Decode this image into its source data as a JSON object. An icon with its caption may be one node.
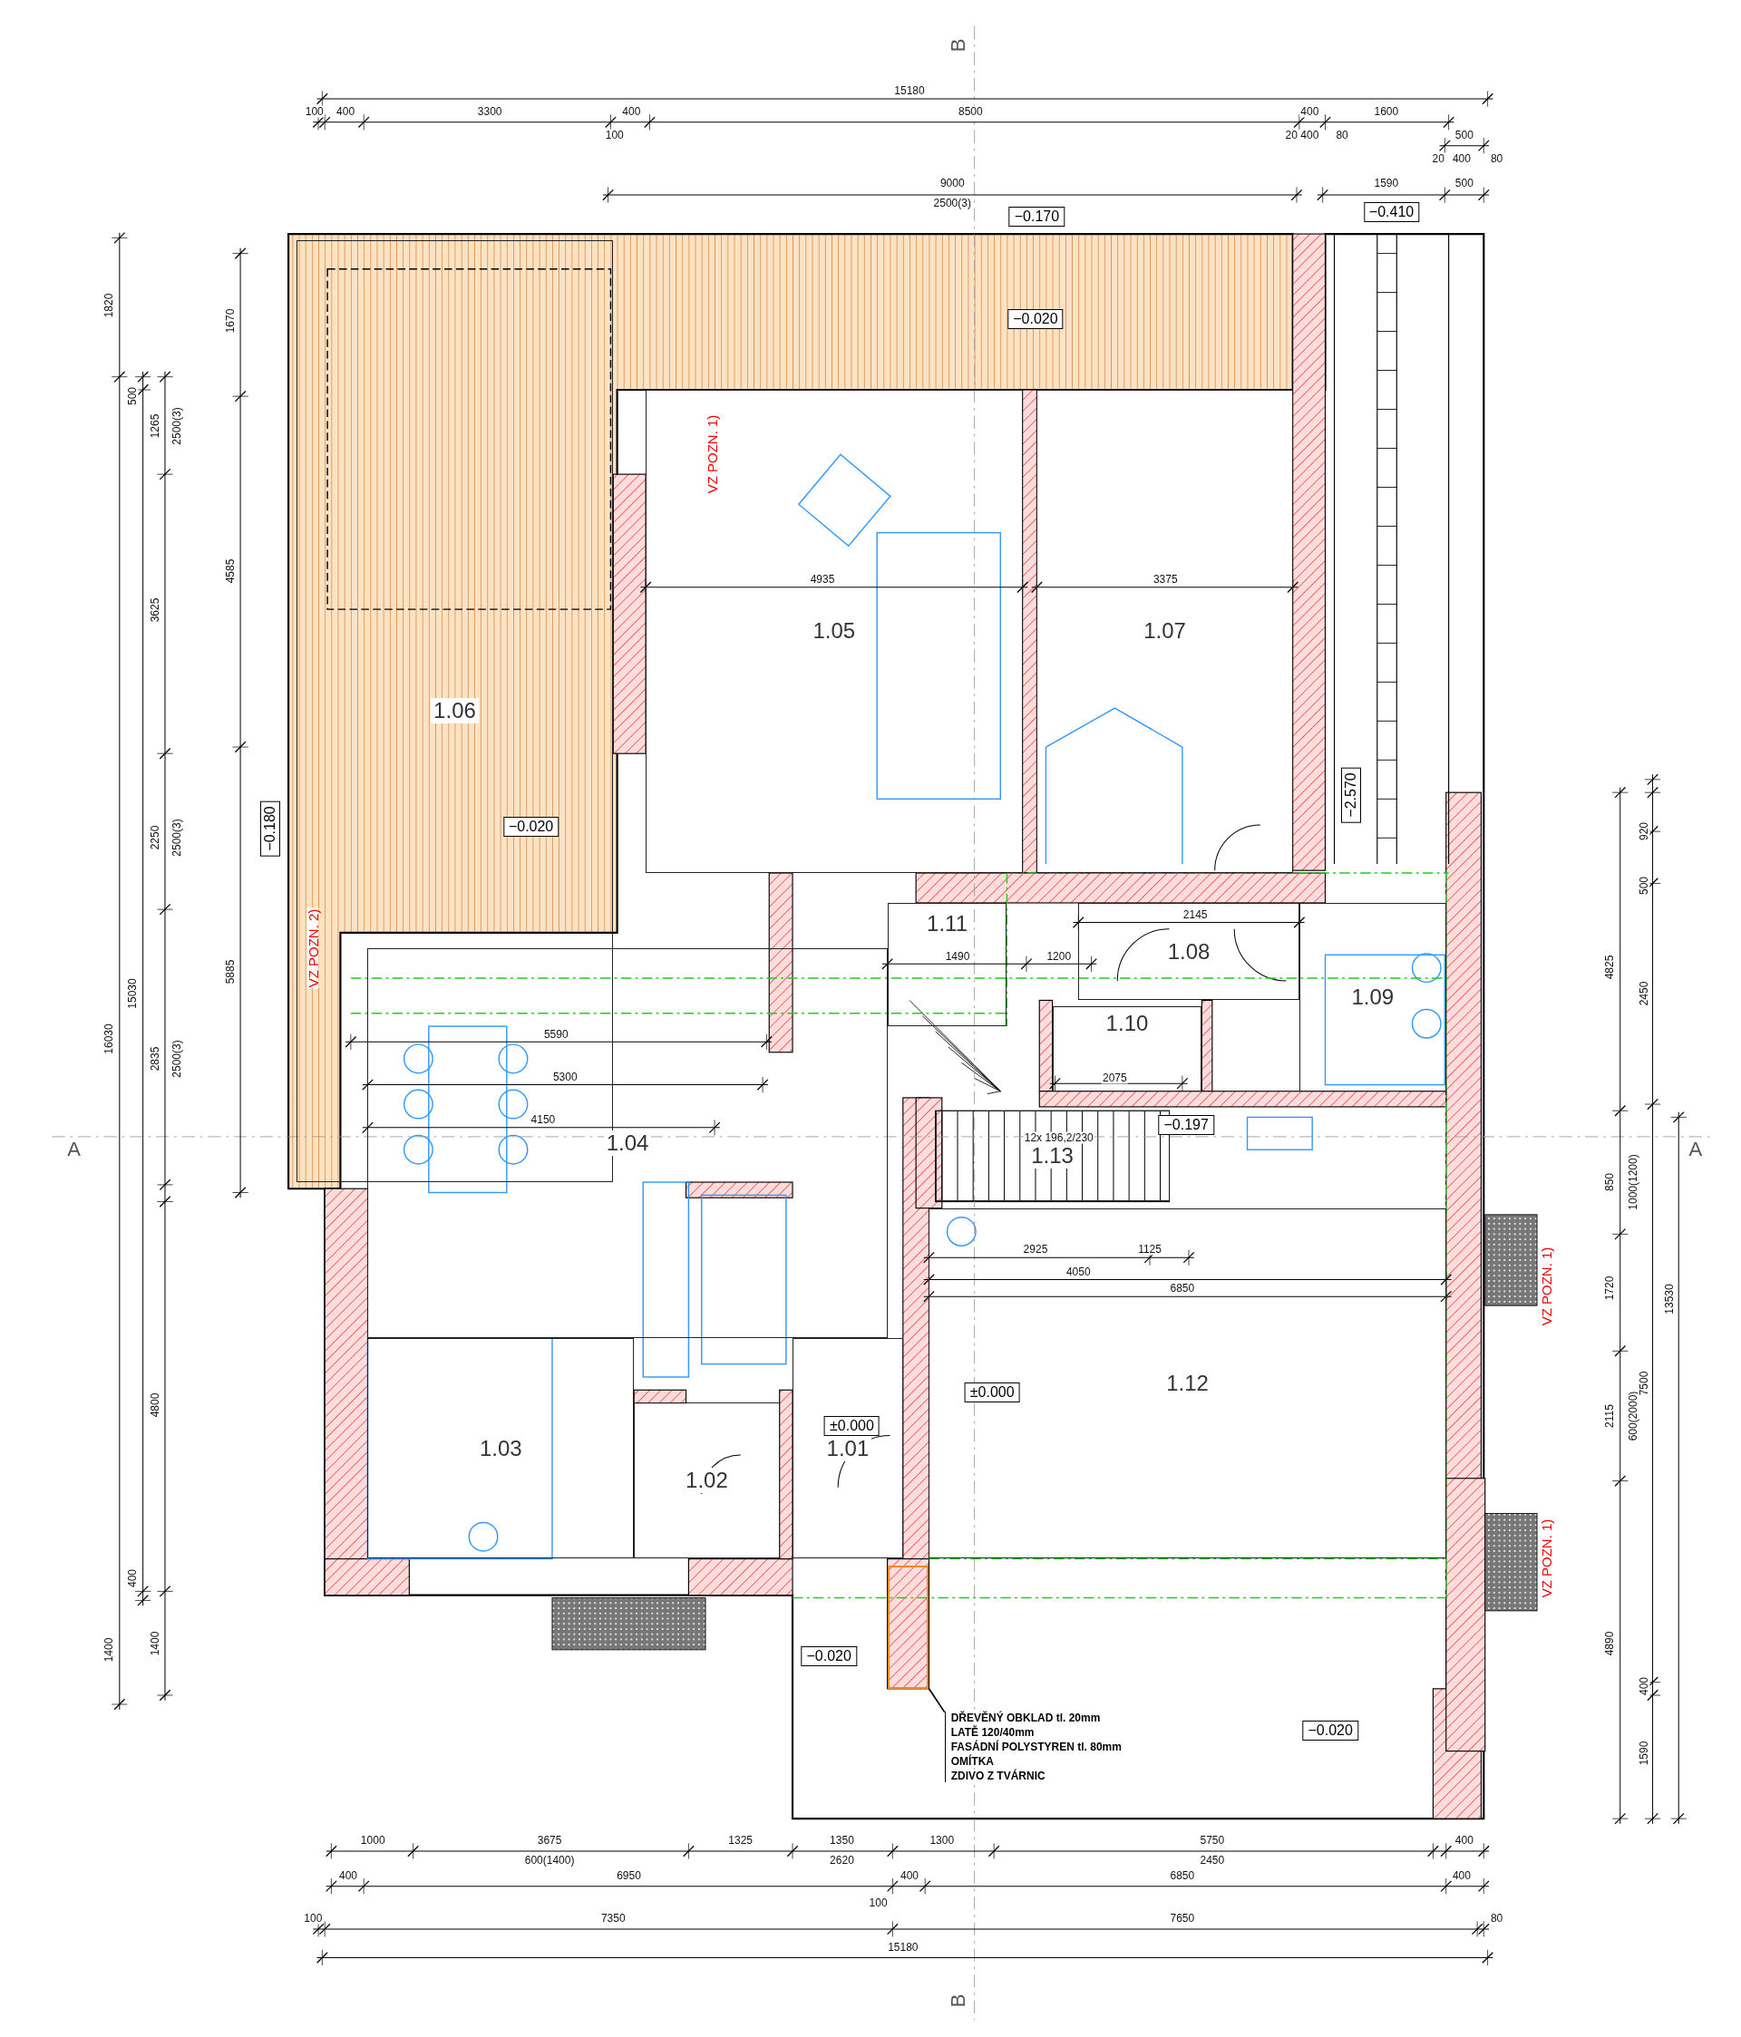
{
  "diagram": {
    "nodes": [
      {
        "text": [
          "1.06"
        ]
      },
      {
        "text": [
          "1.05"
        ]
      },
      {
        "text": [
          "1.07"
        ]
      },
      {
        "text": [
          "1.11"
        ]
      },
      {
        "text": [
          "1.08"
        ]
      },
      {
        "text": [
          "1.09"
        ]
      },
      {
        "text": [
          "1.10"
        ]
      },
      {
        "text": [
          "1.13"
        ]
      },
      {
        "text": [
          "1.04"
        ]
      },
      {
        "text": [
          "1.12"
        ]
      },
      {
        "text": [
          "1.03"
        ]
      },
      {
        "text": [
          "1.02"
        ]
      },
      {
        "text": [
          "1.01"
        ]
      },
      {
        "text": [
          "−0.170"
        ]
      },
      {
        "text": [
          "−0.410"
        ]
      },
      {
        "text": [
          "−0.020"
        ]
      },
      {
        "text": [
          "−0.020"
        ],
        "in": 0
      },
      {
        "text": [
          "−0.180"
        ]
      },
      {
        "text": [
          "−2.570"
        ]
      },
      {
        "text": [
          "−0.197"
        ]
      },
      {
        "text": [
          "±0.000"
        ],
        "in": 9
      },
      {
        "text": [
          "±0.000"
        ],
        "in": 12
      },
      {
        "text": [
          "−0.020"
        ]
      },
      {
        "text": [
          "−0.020"
        ]
      },
      {
        "text": [
          "DŘEVĚNÝ OBKLAD tl. 20mm",
          "LATĚ 120/40mm",
          "FASÁDNÍ POLYSTYREN tl. 80mm",
          "OMÍTKA",
          "ZDIVO Z TVÁRNIC"
        ]
      },
      {
        "text": [],
        "shape": "box"
      }
    ],
    "edges": [
      {
        "from": 24,
        "to": 25,
        "arrow": "none"
      }
    ],
    "labels": [
      "15180",
      "100",
      "400",
      "3300",
      "400",
      "8500",
      "400",
      "1600",
      "100",
      "20",
      "400",
      "80",
      "500",
      "20",
      "400",
      "80",
      "9000",
      "2500(3)",
      "1590",
      "500",
      "1000",
      "3675",
      "600(1400)",
      "1325",
      "1350",
      "2620",
      "1300",
      "5750",
      "2450",
      "400",
      "400",
      "6950",
      "400",
      "6850",
      "400",
      "100",
      "100",
      "7350",
      "7650",
      "80",
      "15180",
      "1820",
      "16030",
      "1400",
      "500",
      "15030",
      "400",
      "1265",
      "2500(3)",
      "3625",
      "2250",
      "2500(3)",
      "2835",
      "2500(3)",
      "4800",
      "1400",
      "1670",
      "4585",
      "5885",
      "4825",
      "850",
      "1000(1200)",
      "1720",
      "2115",
      "600(2000)",
      "4890",
      "920",
      "500",
      "2450",
      "7500",
      "400",
      "1590",
      "13530",
      "A",
      "A",
      "B",
      "B",
      "VZ POZN. 1)",
      "VZ POZN. 2)",
      "VZ POZN. 1)",
      "VZ POZN. 1)",
      "4935",
      "3375",
      "5590",
      "5300",
      "4150",
      "6850",
      "4050",
      "2925",
      "1125",
      "2145",
      "1490",
      "1200",
      "2075",
      "12x 196,2/230"
    ]
  }
}
